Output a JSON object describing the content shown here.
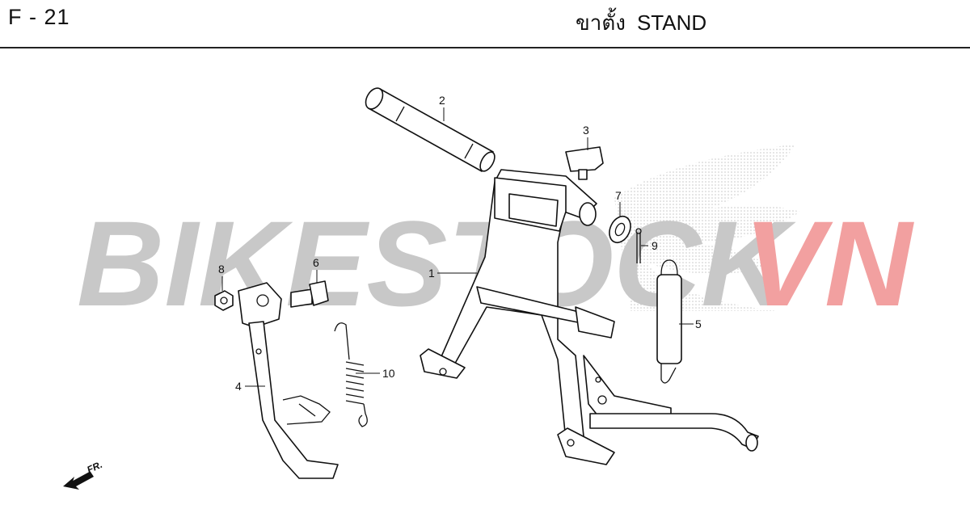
{
  "header": {
    "page_code": "F - 21",
    "title_thai": "ขาตั้ง",
    "title_en": "STAND"
  },
  "watermark": {
    "text_gray": "BIKESTOCK",
    "text_red": "VN",
    "color_gray": "#c8c8c8",
    "color_red": "#f2a0a0"
  },
  "direction_indicator": "FR.",
  "callouts": {
    "c1": "1",
    "c2": "2",
    "c3": "3",
    "c4": "4",
    "c5": "5",
    "c6": "6",
    "c7": "7",
    "c8": "8",
    "c9": "9",
    "c10": "10"
  }
}
